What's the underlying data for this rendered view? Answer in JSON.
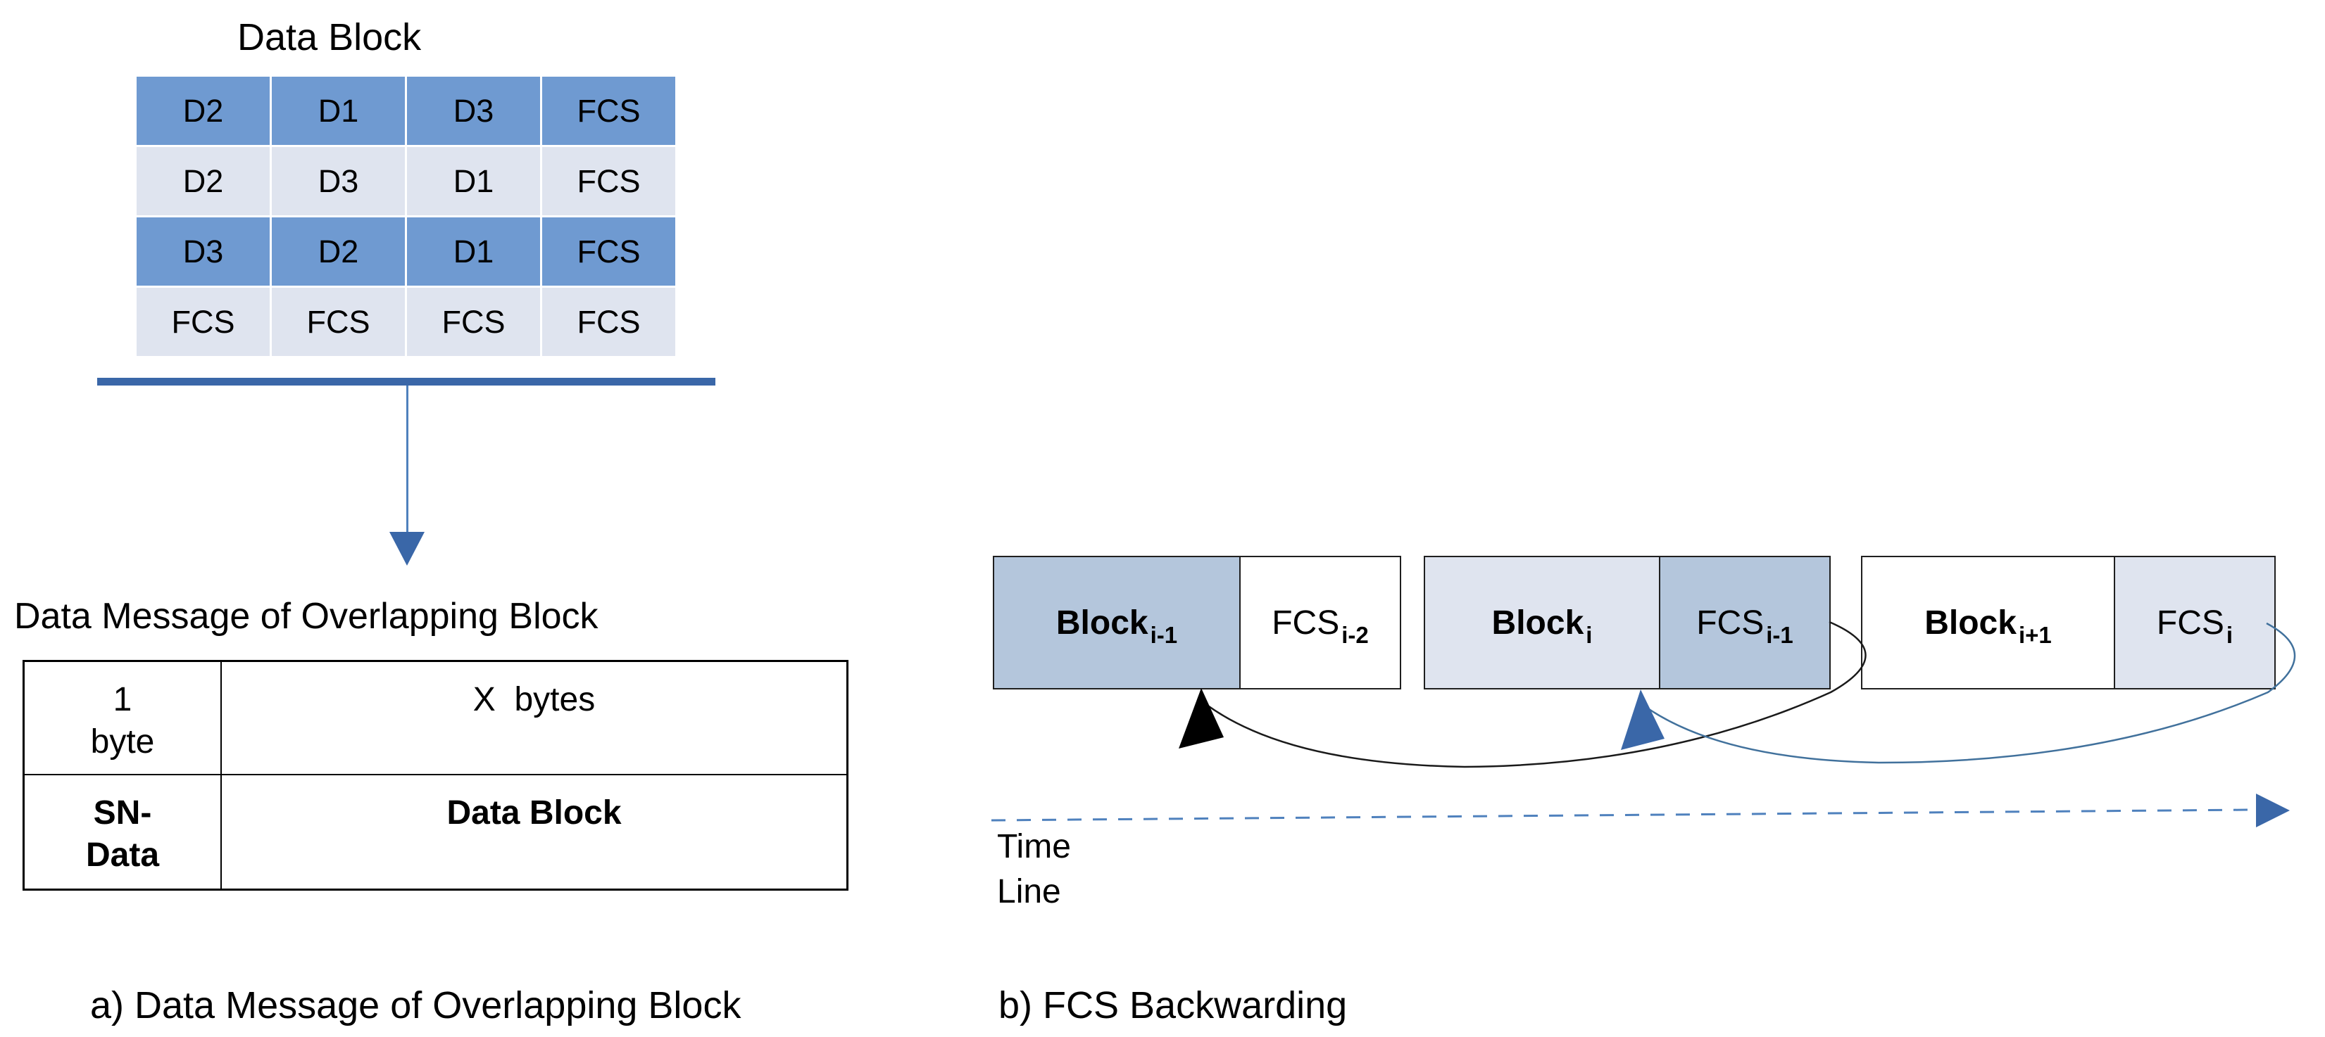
{
  "colors": {
    "cell_dark": "#6f9ad1",
    "cell_light": "#dfe4ef",
    "block_medium": "#b4c6dc",
    "accent_dark": "#3a67a8",
    "accent_mid": "#4f81bd",
    "curve_blue": "#41719c",
    "curve_black": "#1a1a1a",
    "text": "#000000"
  },
  "panel_a": {
    "title": "Data Block",
    "grid": {
      "rows": [
        {
          "shade": "dark",
          "cells": [
            "D2",
            "D1",
            "D3",
            "FCS"
          ]
        },
        {
          "shade": "light",
          "cells": [
            "D2",
            "D3",
            "D1",
            "FCS"
          ]
        },
        {
          "shade": "dark",
          "cells": [
            "D3",
            "D2",
            "D1",
            "FCS"
          ]
        },
        {
          "shade": "light",
          "cells": [
            "FCS",
            "FCS",
            "FCS",
            "FCS"
          ]
        }
      ]
    },
    "message_label": "Data Message of Overlapping Block",
    "message_table": {
      "size_cell": {
        "line1": "1",
        "line2": "byte"
      },
      "length_cell": "X  bytes",
      "sn_cell": {
        "line1": "SN-",
        "line2": "Data"
      },
      "payload_cell": "Data Block"
    },
    "caption": "a) Data Message of Overlapping Block"
  },
  "panel_b": {
    "groups": [
      {
        "block_label": "Block",
        "block_sub": "i-1",
        "fcs_label": "FCS",
        "fcs_sub": "i-2"
      },
      {
        "block_label": "Block",
        "block_sub": "i",
        "fcs_label": "FCS",
        "fcs_sub": "i-1"
      },
      {
        "block_label": "Block",
        "block_sub": "i+1",
        "fcs_label": "FCS",
        "fcs_sub": "i"
      }
    ],
    "timeline_label": {
      "line1": "Time",
      "line2": "Line"
    },
    "caption": "b) FCS Backwarding"
  }
}
